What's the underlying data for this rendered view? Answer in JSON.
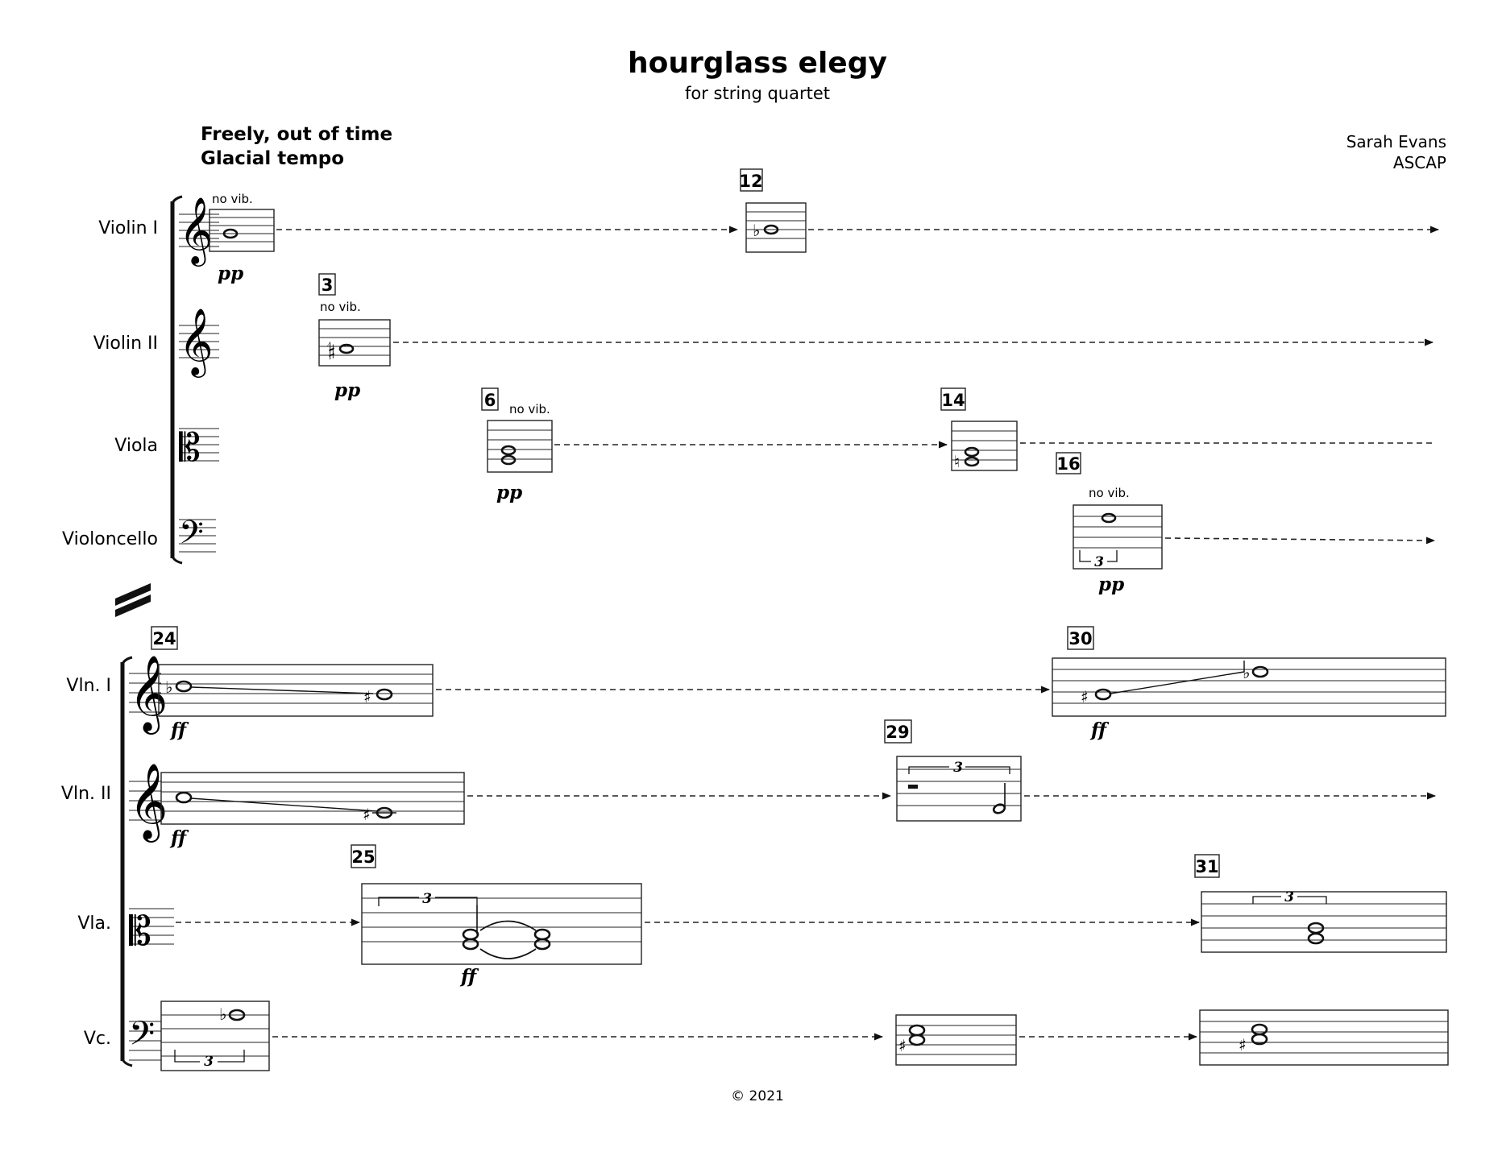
{
  "title": "hourglass elegy",
  "subtitle": "for string quartet",
  "tempo": {
    "line1": "Freely, out of time",
    "line2": "Glacial tempo"
  },
  "composer": {
    "name": "Sarah Evans",
    "org": "ASCAP"
  },
  "system1": {
    "instruments": [
      "Violin I",
      "Violin II",
      "Viola",
      "Violoncello"
    ]
  },
  "system2": {
    "instruments": [
      "Vln. I",
      "Vln. II",
      "Vla.",
      "Vc."
    ]
  },
  "rehearsal": {
    "r3": "3",
    "r6": "6",
    "r12": "12",
    "r14": "14",
    "r16": "16",
    "r24": "24",
    "r25": "25",
    "r29": "29",
    "r30": "30",
    "r31": "31"
  },
  "markings": {
    "novib": "no vib.",
    "pp": "pp",
    "ff": "ff",
    "triplet": "3"
  },
  "symbols": {
    "treble_clef": "𝄞",
    "alto_clef": "𝄡",
    "bass_clef": "𝄢",
    "flat": "♭",
    "sharp": "♯",
    "natural": "♮",
    "quarter_sharp": "𝄲"
  },
  "icons": [
    "system-break-icon",
    "dashed-arrow-icon"
  ],
  "copyright": "© 2021"
}
